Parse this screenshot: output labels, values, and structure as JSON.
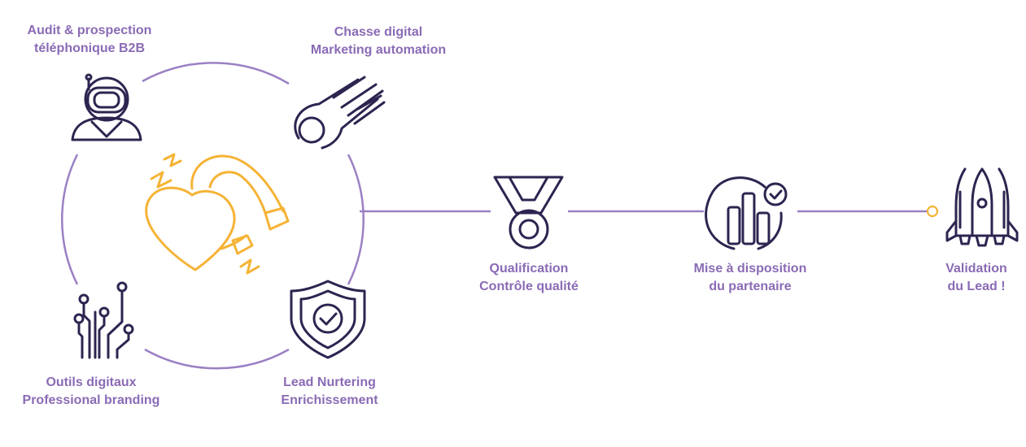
{
  "colors": {
    "purple_line": "#9a80c4",
    "label_text": "#8a6bb5",
    "icon_dark": "#2e2450",
    "accent_orange": "#f5b335"
  },
  "cycle": {
    "audit": {
      "line1": "Audit  & prospection",
      "line2": "téléphonique B2B",
      "icon": "astronaut-icon"
    },
    "chasse": {
      "line1": "Chasse digital",
      "line2": "Marketing automation",
      "icon": "meteor-icon"
    },
    "outils": {
      "line1": "Outils digitaux",
      "line2": "Professional branding",
      "icon": "circuit-icon"
    },
    "nurturing": {
      "line1": "Lead Nurtering",
      "line2": "Enrichissement",
      "icon": "shield-check-icon"
    },
    "center_icon": "magnet-heart-icon"
  },
  "pipeline": [
    {
      "line1": "Qualification",
      "line2": "Contrôle qualité",
      "icon": "medal-icon"
    },
    {
      "line1": "Mise à disposition",
      "line2": "du partenaire",
      "icon": "bar-chart-check-icon"
    },
    {
      "line1": "Validation",
      "line2": "du Lead !",
      "icon": "rocket-icon"
    }
  ]
}
